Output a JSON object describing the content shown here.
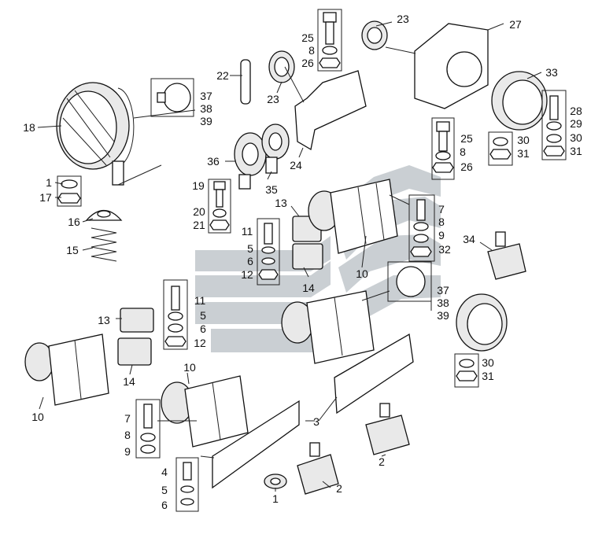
{
  "callouts": [
    {
      "id": "c18",
      "text": "18"
    },
    {
      "id": "c1a",
      "text": "1"
    },
    {
      "id": "c17",
      "text": "17"
    },
    {
      "id": "c16",
      "text": "16"
    },
    {
      "id": "c15",
      "text": "15"
    },
    {
      "id": "c37a",
      "text": "37"
    },
    {
      "id": "c38a",
      "text": "38"
    },
    {
      "id": "c39a",
      "text": "39"
    },
    {
      "id": "c22",
      "text": "22"
    },
    {
      "id": "c23a",
      "text": "23"
    },
    {
      "id": "c25a",
      "text": "25"
    },
    {
      "id": "c8a",
      "text": "8"
    },
    {
      "id": "c26a",
      "text": "26"
    },
    {
      "id": "c23b",
      "text": "23"
    },
    {
      "id": "c27",
      "text": "27"
    },
    {
      "id": "c36",
      "text": "36"
    },
    {
      "id": "c24",
      "text": "24"
    },
    {
      "id": "c35",
      "text": "35"
    },
    {
      "id": "c25b",
      "text": "25"
    },
    {
      "id": "c8b",
      "text": "8"
    },
    {
      "id": "c26b",
      "text": "26"
    },
    {
      "id": "c33",
      "text": "33"
    },
    {
      "id": "c28",
      "text": "28"
    },
    {
      "id": "c29",
      "text": "29"
    },
    {
      "id": "c30a",
      "text": "30"
    },
    {
      "id": "c31a",
      "text": "31"
    },
    {
      "id": "c30b",
      "text": "30"
    },
    {
      "id": "c31b",
      "text": "31"
    },
    {
      "id": "c19",
      "text": "19"
    },
    {
      "id": "c20",
      "text": "20"
    },
    {
      "id": "c21",
      "text": "21"
    },
    {
      "id": "c13a",
      "text": "13"
    },
    {
      "id": "c11a",
      "text": "11"
    },
    {
      "id": "c5a",
      "text": "5"
    },
    {
      "id": "c6a",
      "text": "6"
    },
    {
      "id": "c12a",
      "text": "12"
    },
    {
      "id": "c14a",
      "text": "14"
    },
    {
      "id": "c10a",
      "text": "10"
    },
    {
      "id": "c7a",
      "text": "7"
    },
    {
      "id": "c8c",
      "text": "8"
    },
    {
      "id": "c9a",
      "text": "9"
    },
    {
      "id": "c32",
      "text": "32"
    },
    {
      "id": "c34",
      "text": "34"
    },
    {
      "id": "c37b",
      "text": "37"
    },
    {
      "id": "c38b",
      "text": "38"
    },
    {
      "id": "c39b",
      "text": "39"
    },
    {
      "id": "c10b",
      "text": "10"
    },
    {
      "id": "c13b",
      "text": "13"
    },
    {
      "id": "c11b",
      "text": "11"
    },
    {
      "id": "c5b",
      "text": "5"
    },
    {
      "id": "c6b",
      "text": "6"
    },
    {
      "id": "c12b",
      "text": "12"
    },
    {
      "id": "c14b",
      "text": "14"
    },
    {
      "id": "c10c",
      "text": "10"
    },
    {
      "id": "c30c",
      "text": "30"
    },
    {
      "id": "c31c",
      "text": "31"
    },
    {
      "id": "c10d",
      "text": "10"
    },
    {
      "id": "c7b",
      "text": "7"
    },
    {
      "id": "c8d",
      "text": "8"
    },
    {
      "id": "c9b",
      "text": "9"
    },
    {
      "id": "c3",
      "text": "3"
    },
    {
      "id": "c2a",
      "text": "2"
    },
    {
      "id": "c4",
      "text": "4"
    },
    {
      "id": "c5c",
      "text": "5"
    },
    {
      "id": "c6c",
      "text": "6"
    },
    {
      "id": "c1b",
      "text": "1"
    },
    {
      "id": "c2b",
      "text": "2"
    }
  ]
}
